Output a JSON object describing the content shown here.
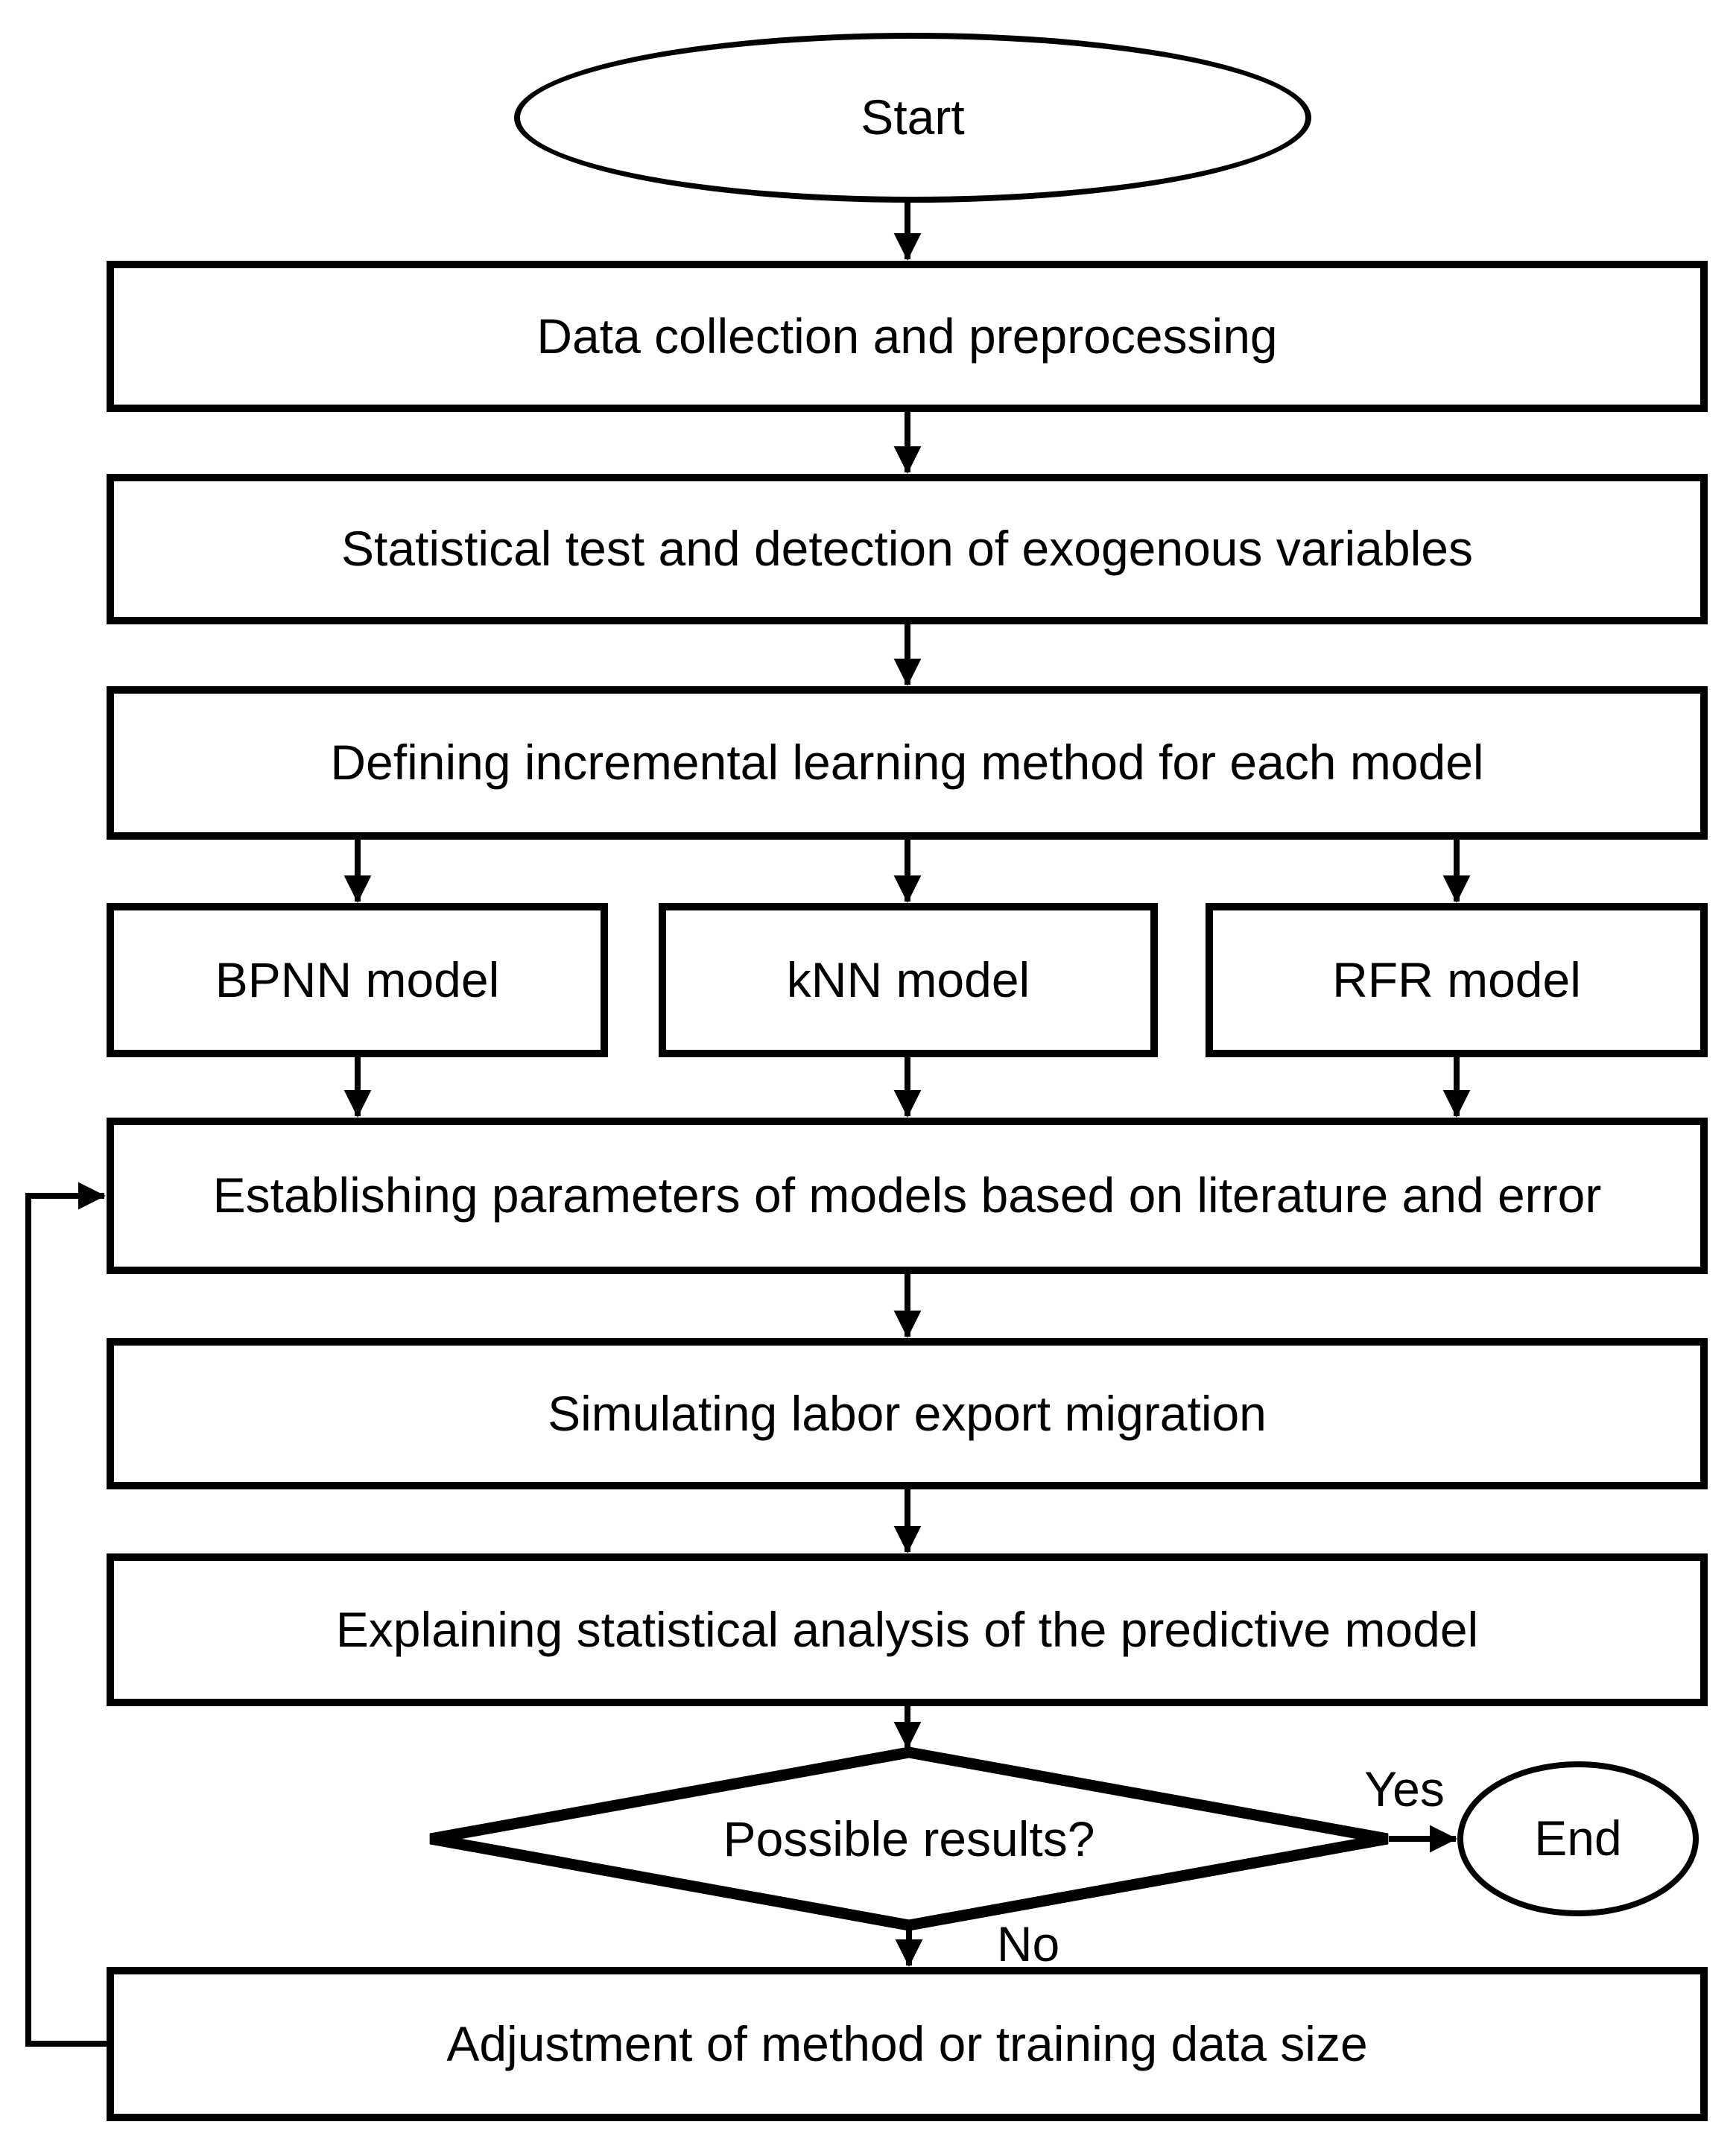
{
  "flowchart": {
    "nodes": {
      "start": "Start",
      "data_collection": "Data collection and preprocessing",
      "statistical_test": "Statistical test and detection of exogenous variables",
      "incremental_learning": "Defining incremental learning method for each model",
      "bpnn": "BPNN model",
      "knn": "kNN model",
      "rfr": "RFR model",
      "establish_parameters": "Establishing parameters of models based on literature and error",
      "simulate_migration": "Simulating labor export migration",
      "explain_analysis": "Explaining statistical analysis of the predictive model",
      "decision": "Possible results?",
      "end": "End",
      "adjustment": "Adjustment of method or training data size"
    },
    "edge_labels": {
      "yes": "Yes",
      "no": "No"
    },
    "colors": {
      "stroke": "#000000",
      "fill": "#ffffff",
      "text": "#000000"
    }
  }
}
